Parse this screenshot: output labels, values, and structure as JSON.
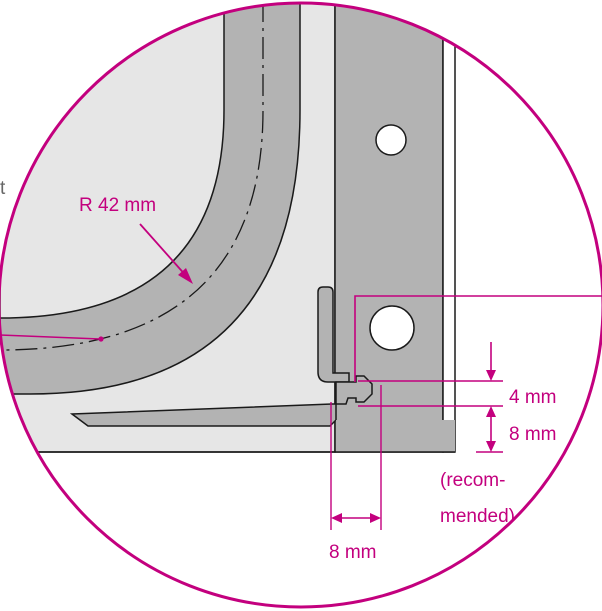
{
  "diagram": {
    "labels": {
      "radius": "R 42 mm",
      "gap_top": "4 mm",
      "gap_right": "8 mm",
      "recommended_line1": "(recom-",
      "recommended_line2": "mended)",
      "gap_bottom": "8 mm",
      "cut_left": "t"
    },
    "colors": {
      "accent": "#c3007e",
      "panel_gray": "#b3b3b3",
      "light_gray": "#e6e6e6",
      "outline": "#1a1a1a"
    }
  }
}
